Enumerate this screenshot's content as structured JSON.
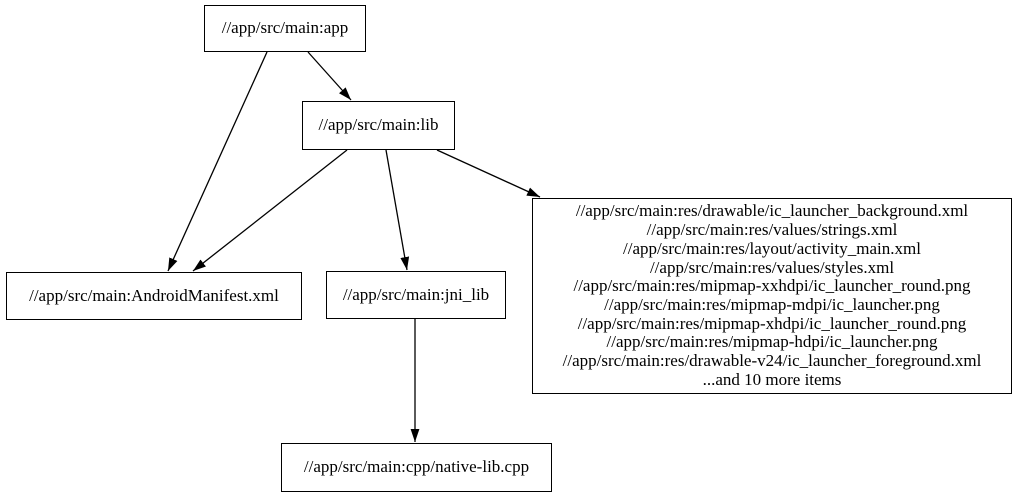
{
  "graph": {
    "background_color": "#ffffff",
    "line_color": "#000000",
    "nodes": [
      {
        "id": "app",
        "label": "//app/src/main:app"
      },
      {
        "id": "lib",
        "label": "//app/src/main:lib"
      },
      {
        "id": "androidmanifest",
        "label": "//app/src/main:AndroidManifest.xml"
      },
      {
        "id": "jni_lib",
        "label": "//app/src/main:jni_lib"
      },
      {
        "id": "res_files",
        "lines": [
          "//app/src/main:res/drawable/ic_launcher_background.xml",
          "//app/src/main:res/values/strings.xml",
          "//app/src/main:res/layout/activity_main.xml",
          "//app/src/main:res/values/styles.xml",
          "//app/src/main:res/mipmap-xxhdpi/ic_launcher_round.png",
          "//app/src/main:res/mipmap-mdpi/ic_launcher.png",
          "//app/src/main:res/mipmap-xhdpi/ic_launcher_round.png",
          "//app/src/main:res/mipmap-hdpi/ic_launcher.png",
          "//app/src/main:res/drawable-v24/ic_launcher_foreground.xml",
          "...and 10 more items"
        ]
      },
      {
        "id": "native_lib_cpp",
        "label": "//app/src/main:cpp/native-lib.cpp"
      }
    ],
    "edges": [
      {
        "from": "app",
        "to": "lib"
      },
      {
        "from": "app",
        "to": "androidmanifest"
      },
      {
        "from": "lib",
        "to": "androidmanifest"
      },
      {
        "from": "lib",
        "to": "jni_lib"
      },
      {
        "from": "lib",
        "to": "res_files"
      },
      {
        "from": "jni_lib",
        "to": "native_lib_cpp"
      }
    ]
  }
}
